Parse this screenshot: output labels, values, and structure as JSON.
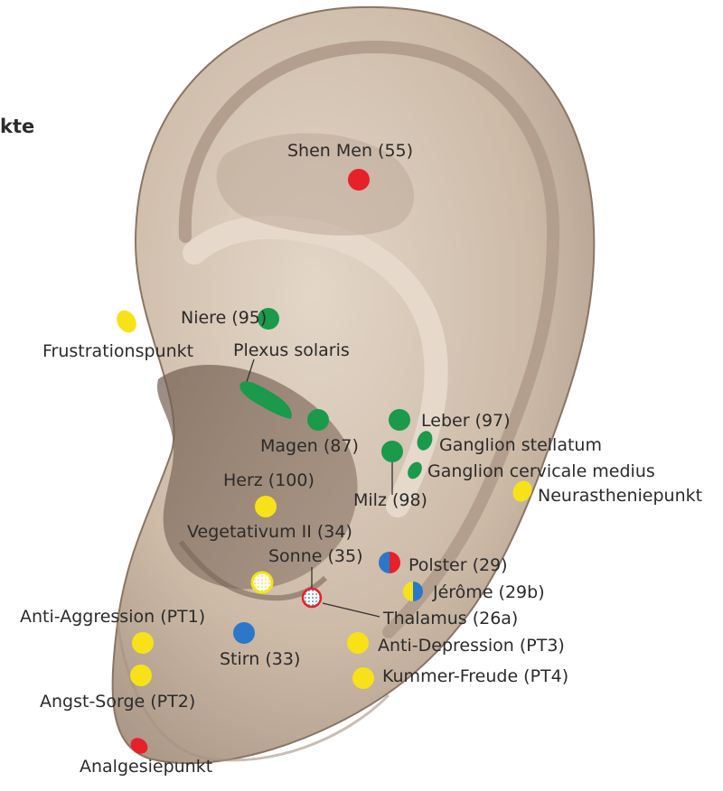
{
  "title_fragment": "kte",
  "colors": {
    "red": "#e8202a",
    "green": "#1a9a4a",
    "yellow": "#f7e21a",
    "blue": "#2c78c8",
    "skin": "#d3c2b0",
    "skin_dark": "#9c8878",
    "text": "#2b2b2b"
  },
  "points": {
    "shen_men": "Shen Men (55)",
    "niere": "Niere (95)",
    "frustration": "Frustrationspunkt",
    "plexus": "Plexus solaris",
    "leber": "Leber (97)",
    "magen": "Magen (87)",
    "stellatum": "Ganglion stellatum",
    "cervicale": "Ganglion cervicale medius",
    "herz": "Herz (100)",
    "milz": "Milz (98)",
    "neurasthenie": "Neurastheniepunkt",
    "vegetativum": "Vegetativum II (34)",
    "sonne": "Sonne (35)",
    "polster": "Polster (29)",
    "jerome": "Jérôme (29b)",
    "anti_aggression": "Anti-Aggression (PT1)",
    "thalamus": "Thalamus (26a)",
    "anti_depression": "Anti-Depression (PT3)",
    "stirn": "Stirn (33)",
    "kummer": "Kummer-Freude (PT4)",
    "angst": "Angst-Sorge (PT2)",
    "analgesie": "Analgesiepunkt"
  }
}
